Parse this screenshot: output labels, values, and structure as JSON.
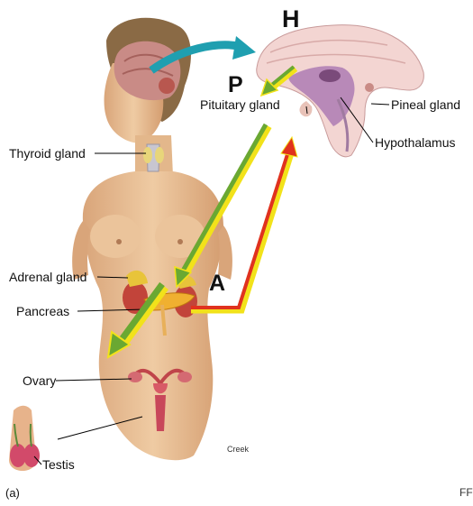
{
  "letters": {
    "hypothalamus_letter": "H",
    "pituitary_letter": "P",
    "adrenal_letter": "A"
  },
  "labels": {
    "pineal_gland": "Pineal gland",
    "pituitary_gland": "Pituitary gland",
    "hypothalamus": "Hypothalamus",
    "thyroid_gland": "Thyroid gland",
    "adrenal_gland": "Adrenal gland",
    "pancreas": "Pancreas",
    "ovary": "Ovary",
    "testis": "Testis",
    "figure_tag": "(a)",
    "artist_signature": "Creek",
    "corner_fragment": "FF"
  },
  "colors": {
    "teal_arrow": "#1f9fb0",
    "green_arrow": "#6aa832",
    "yellow_outline": "#f2e21a",
    "red_arrow": "#e0321e",
    "skin": "#e9c094",
    "brain_purple": "#b889b8"
  }
}
